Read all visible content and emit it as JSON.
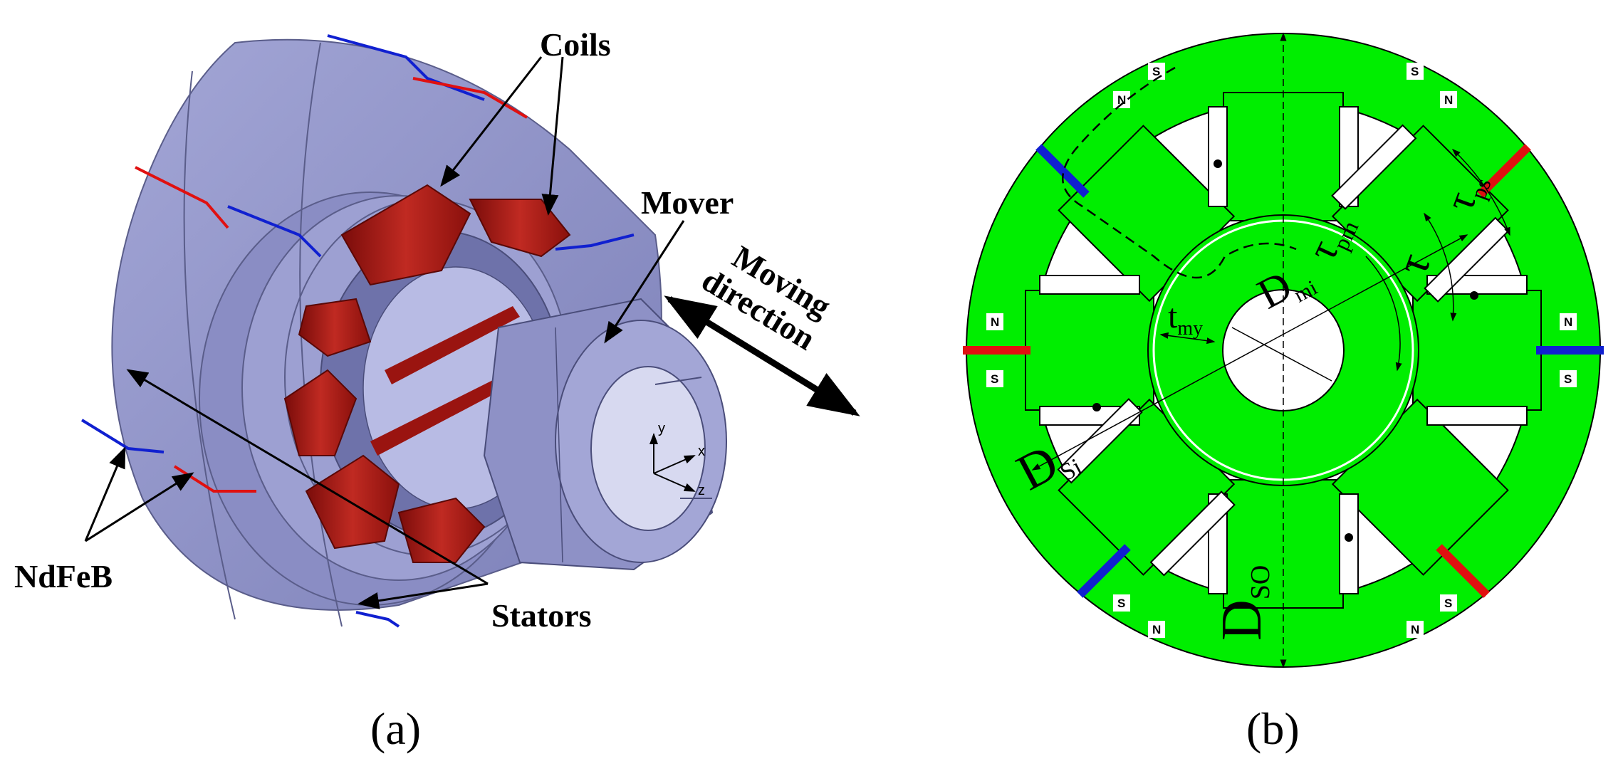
{
  "panel_a": {
    "caption": "(a)",
    "labels": {
      "coils": "Coils",
      "mover": "Mover",
      "moving_direction_line1": "Moving",
      "moving_direction_line2": "direction",
      "ndfeb": "NdFeB",
      "stators": "Stators"
    },
    "axes": {
      "x": "x",
      "y": "y",
      "z": "z"
    }
  },
  "panel_b": {
    "caption": "(b)",
    "symbols": {
      "d_si": {
        "main": "D",
        "sub": "Si"
      },
      "d_so": {
        "main": "D",
        "sub": "SO"
      },
      "d_mi": {
        "main": "D",
        "sub": "mi"
      },
      "t_my": {
        "main": "t",
        "sub": "my"
      },
      "tau": "τ",
      "tau_pm": {
        "main": "τ",
        "sub": "pm"
      },
      "tau_ps": {
        "main": "τ",
        "sub": "ps"
      }
    },
    "magnet_tags": {
      "north": "N",
      "south": "S"
    }
  },
  "colors": {
    "stator_body": "#8f92c8",
    "coil_red": "#a01410",
    "iron_green": "#00ee00",
    "magnet_red": "#e01010",
    "magnet_blue": "#1020d0"
  }
}
